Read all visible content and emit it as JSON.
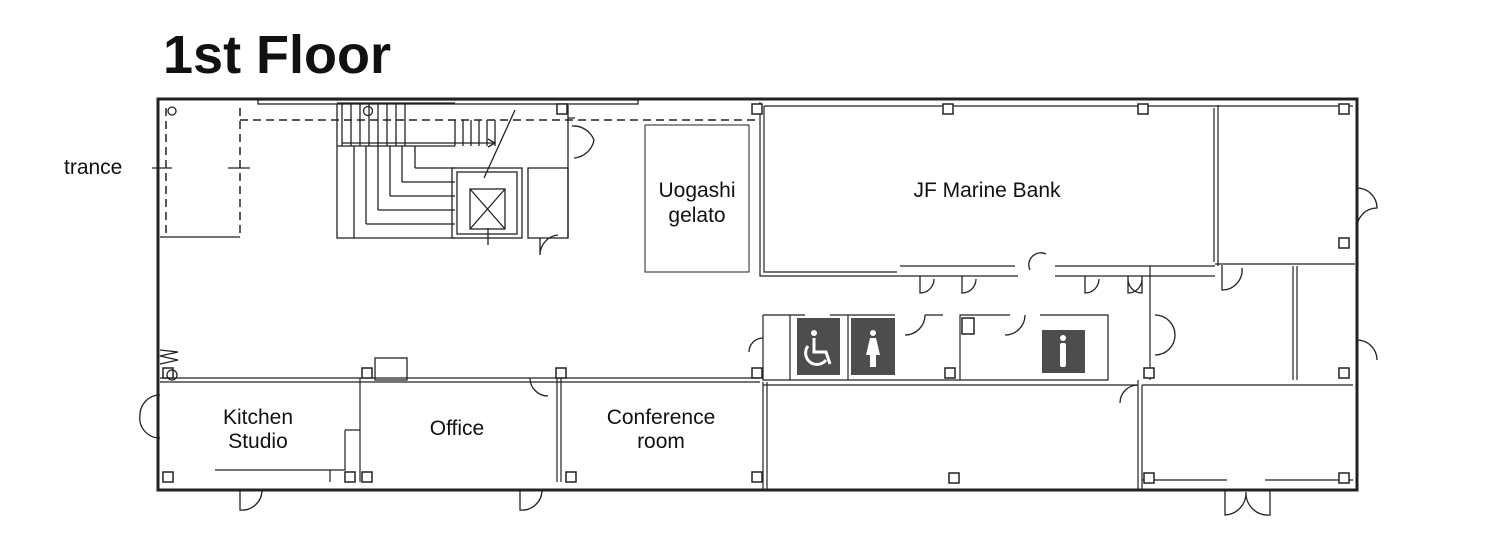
{
  "title": "1st Floor",
  "rooms": {
    "entrance": "trance",
    "uogashi_line1": "Uogashi",
    "uogashi_line2": "gelato",
    "marine_bank": "JF Marine Bank",
    "kitchen_line1": "Kitchen",
    "kitchen_line2": "Studio",
    "office": "Office",
    "conference_line1": "Conference",
    "conference_line2": "room"
  },
  "icons": [
    "accessible-restroom-icon",
    "womens-restroom-icon",
    "mens-restroom-icon",
    "elevator-icon",
    "stairs-icon",
    "door-icon"
  ],
  "colors": {
    "line": "#222222",
    "icon_bg": "#4d4d4d"
  }
}
